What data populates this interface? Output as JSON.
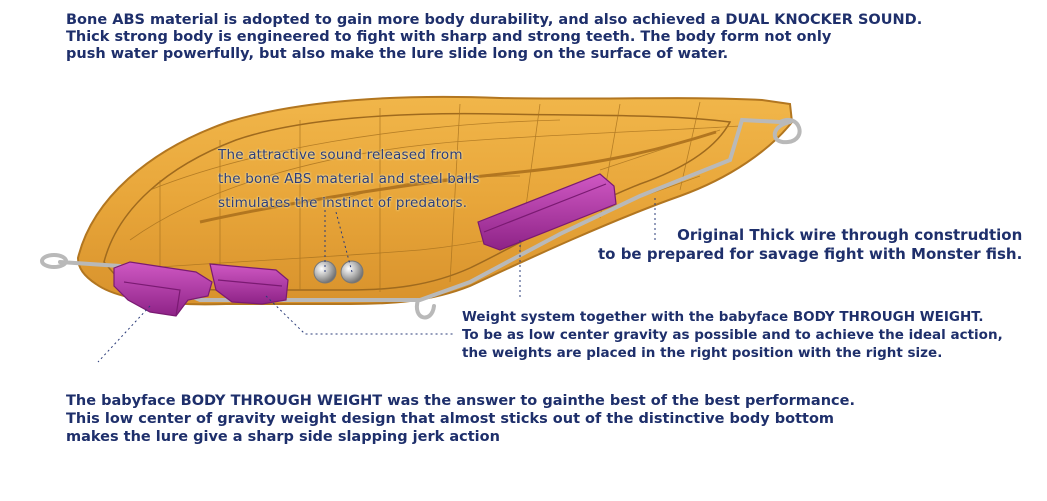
{
  "top_description": [
    "Bone ABS material is adopted to gain more body durability, and also achieved a DUAL KNOCKER SOUND.",
    "Thick strong body is engineered to fight with sharp and strong teeth. The body form not only",
    "push water powerfully, but also make the lure slide long on the surface of water."
  ],
  "sound_callout": [
    "The attractive sound released from",
    "the bone ABS material and steel balls",
    "stimulates the instinct of predators."
  ],
  "wire_callout": [
    "Original Thick wire through construdtion",
    "to be prepared for savage fight with Monster fish."
  ],
  "weight_callout": [
    "Weight system together with the babyface BODY THROUGH WEIGHT.",
    "To be as low center gravity as possible and to achieve the ideal action,",
    "the weights are placed in the right position with the right size."
  ],
  "bottom_description": [
    "The babyface BODY THROUGH WEIGHT was the answer to gainthe best of the best performance.",
    "This low center of gravity weight design that almost sticks out of the distinctive body bottom",
    "makes the lure give a sharp side slapping jerk action"
  ],
  "colors": {
    "text": "#1e2f6b",
    "body": "#e8a93a",
    "weight": "#b23aa8",
    "wire": "#b9b9b9"
  }
}
